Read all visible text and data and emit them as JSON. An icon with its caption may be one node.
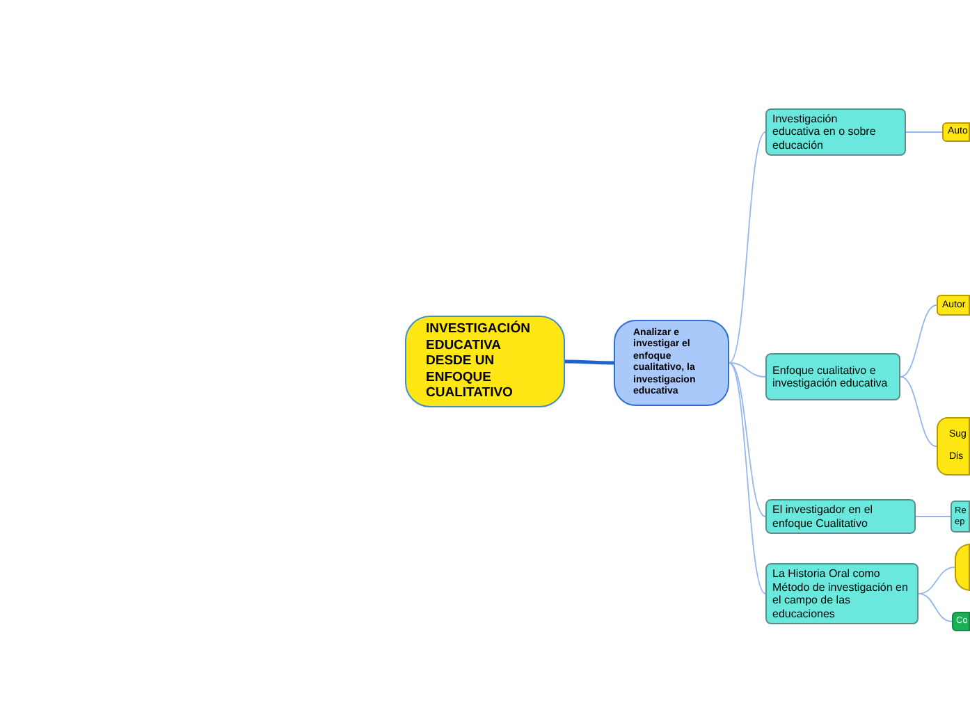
{
  "diagram": {
    "nodes": [
      {
        "text": [
          "INVESTIGACIÓN EDUCATIVA DESDE UN ENFOQUE CUALITATIVO"
        ]
      },
      {
        "text": [
          "Analizar e investigar el enfoque cualitativo, la investigacion educativa"
        ]
      },
      {
        "text": [
          "Investigación educativa en o sobre educación"
        ]
      },
      {
        "text": [
          "Auto"
        ]
      },
      {
        "text": [
          "Enfoque cualitativo e investigación educativa"
        ]
      },
      {
        "text": [
          "Autor"
        ]
      },
      {
        "text": [
          "Sug",
          "Dis"
        ]
      },
      {
        "text": [
          "El investigador en el enfoque Cualitativo"
        ]
      },
      {
        "text": [
          "Re ep"
        ]
      },
      {
        "text": [
          "La Historia Oral como Método de investigación en el campo de las educaciones"
        ]
      },
      {
        "text": [],
        "shape": "circle"
      },
      {
        "text": [
          "Co"
        ]
      }
    ],
    "edges": [
      {
        "from": 0,
        "to": 1,
        "arrow": "none",
        "style": "thick",
        "color": "#1f62c9"
      },
      {
        "from": 1,
        "to": 2,
        "arrow": "none"
      },
      {
        "from": 1,
        "to": 4,
        "arrow": "none"
      },
      {
        "from": 1,
        "to": 7,
        "arrow": "none"
      },
      {
        "from": 1,
        "to": 9,
        "arrow": "none"
      },
      {
        "from": 2,
        "to": 3,
        "arrow": "none"
      },
      {
        "from": 4,
        "to": 5,
        "arrow": "none"
      },
      {
        "from": 4,
        "to": 6,
        "arrow": "none"
      },
      {
        "from": 7,
        "to": 8,
        "arrow": "none"
      },
      {
        "from": 9,
        "to": 10,
        "arrow": "none"
      },
      {
        "from": 9,
        "to": 11,
        "arrow": "none"
      }
    ]
  }
}
